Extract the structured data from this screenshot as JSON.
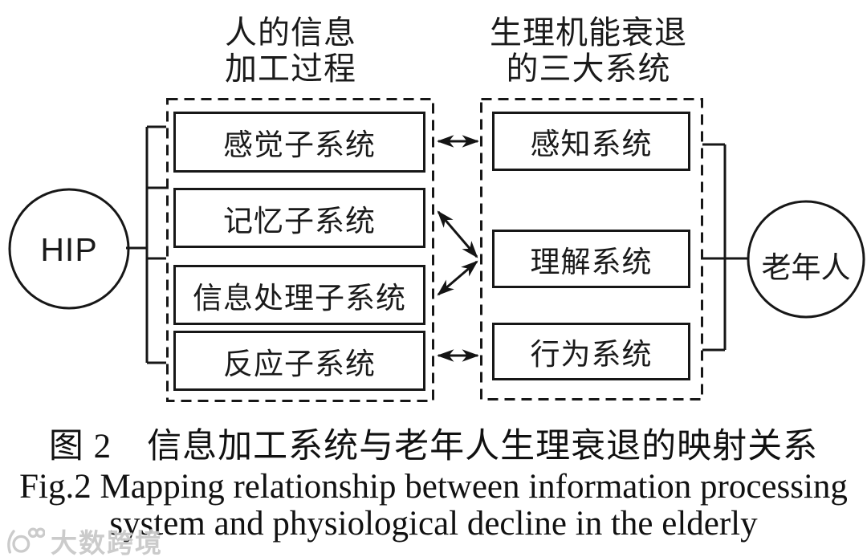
{
  "figure": {
    "left_column_header": {
      "line1": "人的信息",
      "line2": "加工过程"
    },
    "right_column_header": {
      "line1": "生理机能衰退",
      "line2": "的三大系统"
    },
    "hip_label": "HIP",
    "elderly_label": "老年人",
    "left_boxes": [
      {
        "label": "感觉子系统"
      },
      {
        "label": "记忆子系统"
      },
      {
        "label": "信息处理子系统"
      },
      {
        "label": "反应子系统"
      }
    ],
    "right_boxes": [
      {
        "label": "感知系统"
      },
      {
        "label": "理解系统"
      },
      {
        "label": "行为系统"
      }
    ],
    "connectors": [
      "感觉子系统 ↔ 感知系统",
      "记忆子系统 ↔ 理解系统",
      "信息处理子系统 ↔ 理解系统",
      "反应子系统 ↔ 行为系统"
    ]
  },
  "caption": {
    "zh": "图 2　信息加工系统与老年人生理衰退的映射关系",
    "en_line1": "Fig.2 Mapping relationship between information processing",
    "en_line2": "system and physiological decline in the elderly"
  },
  "watermark": {
    "logo": "ten-to-the-hundred-logo",
    "text": "大数跨境"
  },
  "colors": {
    "ink": "#141414",
    "background": "#ffffff",
    "watermark": "#c9c9c9"
  }
}
